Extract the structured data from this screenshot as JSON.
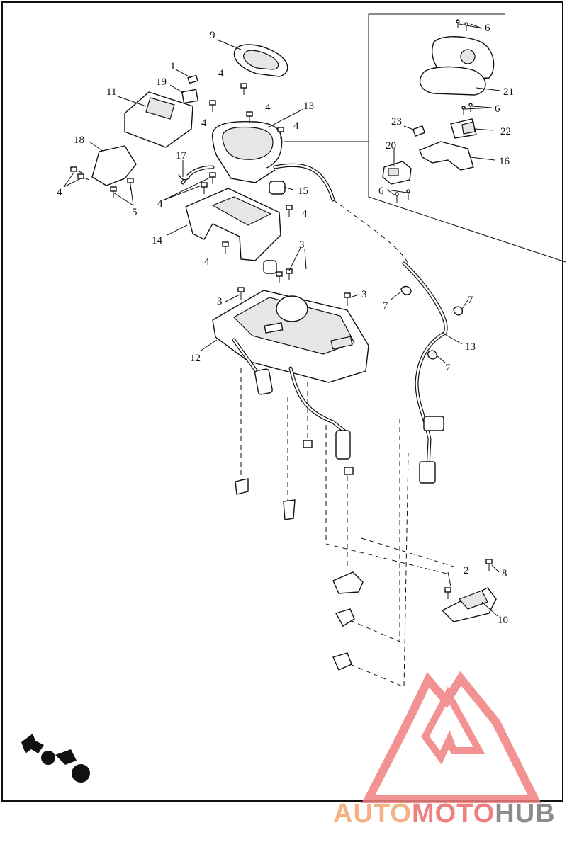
{
  "callouts": {
    "c1": "1",
    "c2": "2",
    "c3a": "3",
    "c3b": "3",
    "c3c": "3",
    "c4a": "4",
    "c4b": "4",
    "c4c": "4",
    "c4d": "4",
    "c4e": "4",
    "c4f": "4",
    "c4g": "4",
    "c4h": "4",
    "c5": "5",
    "c6a": "6",
    "c6b": "6",
    "c6c": "6",
    "c7a": "7",
    "c7b": "7",
    "c7c": "7",
    "c8": "8",
    "c9": "9",
    "c10": "10",
    "c11": "11",
    "c12": "12",
    "c13a": "13",
    "c13b": "13",
    "c14": "14",
    "c15": "15",
    "c16": "16",
    "c17": "17",
    "c18": "18",
    "c19": "19",
    "c20": "20",
    "c21": "21",
    "c22": "22",
    "c23": "23"
  },
  "watermark": {
    "part1": "AUTO",
    "part2": "MOTO",
    "part3": "HUB",
    "color1": "#f4b183",
    "color2": "#f08080",
    "color3": "#8c8c8c",
    "triangle_color": "#f08080"
  },
  "icons": {
    "front_arrow": "motorcycle-direction-icon"
  }
}
